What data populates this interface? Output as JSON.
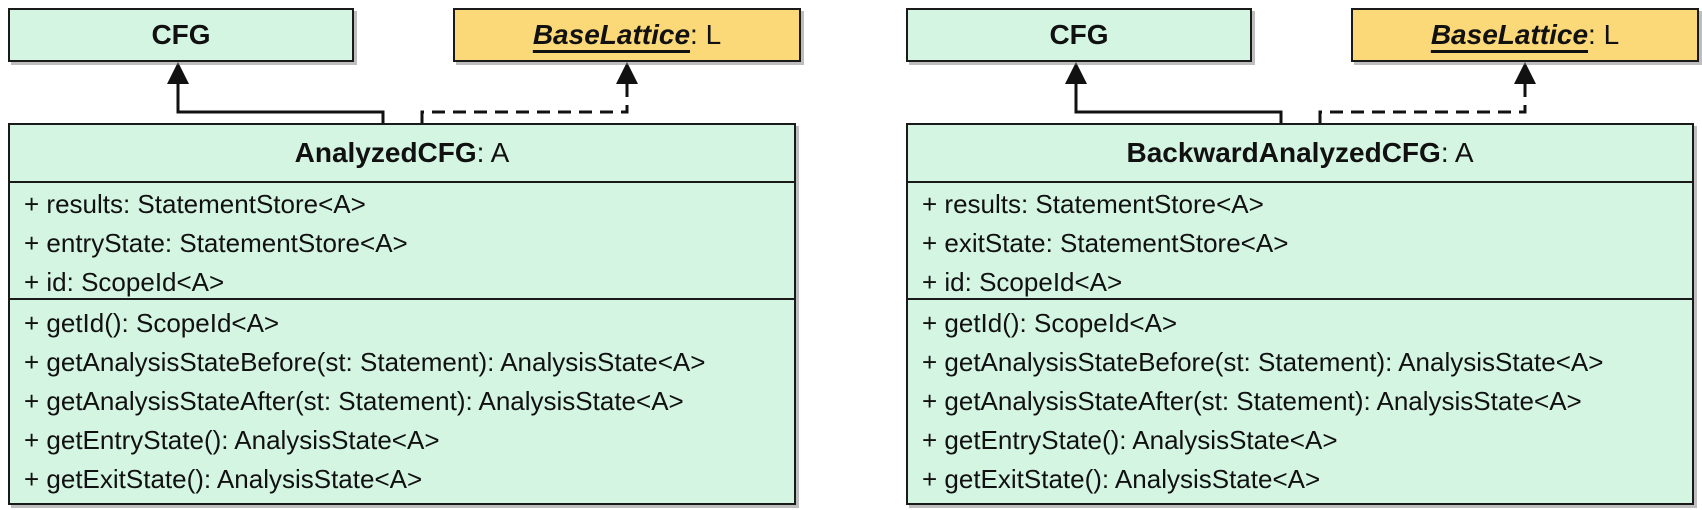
{
  "diagram_title": "UML class diagram: forward and backward analyzed control-flow graphs",
  "colors": {
    "class_fill_green": "#d5f5e3",
    "interface_fill_orange": "#fbd878",
    "border": "#1a1a1a",
    "line": "#111111"
  },
  "panels": [
    {
      "parents": [
        {
          "name": "CFG"
        },
        {
          "name": "BaseLattice",
          "suffix": " : L"
        }
      ],
      "cls": {
        "name": "AnalyzedCFG",
        "suffix": ": A",
        "attributes": [
          "+ results: StatementStore<A>",
          "+ entryState: StatementStore<A>",
          "+ id: ScopeId<A>"
        ],
        "methods": [
          "+ getId(): ScopeId<A>",
          "+ getAnalysisStateBefore(st: Statement): AnalysisState<A>",
          "+ getAnalysisStateAfter(st: Statement): AnalysisState<A>",
          "+ getEntryState(): AnalysisState<A>",
          "+ getExitState(): AnalysisState<A>"
        ]
      }
    },
    {
      "parents": [
        {
          "name": "CFG"
        },
        {
          "name": "BaseLattice",
          "suffix": " : L"
        }
      ],
      "cls": {
        "name": "BackwardAnalyzedCFG",
        "suffix": ": A",
        "attributes": [
          "+ results: StatementStore<A>",
          "+ exitState: StatementStore<A>",
          "+ id: ScopeId<A>"
        ],
        "methods": [
          "+ getId(): ScopeId<A>",
          "+ getAnalysisStateBefore(st: Statement): AnalysisState<A>",
          "+ getAnalysisStateAfter(st: Statement): AnalysisState<A>",
          "+ getEntryState(): AnalysisState<A>",
          "+ getExitState(): AnalysisState<A>"
        ]
      }
    }
  ]
}
